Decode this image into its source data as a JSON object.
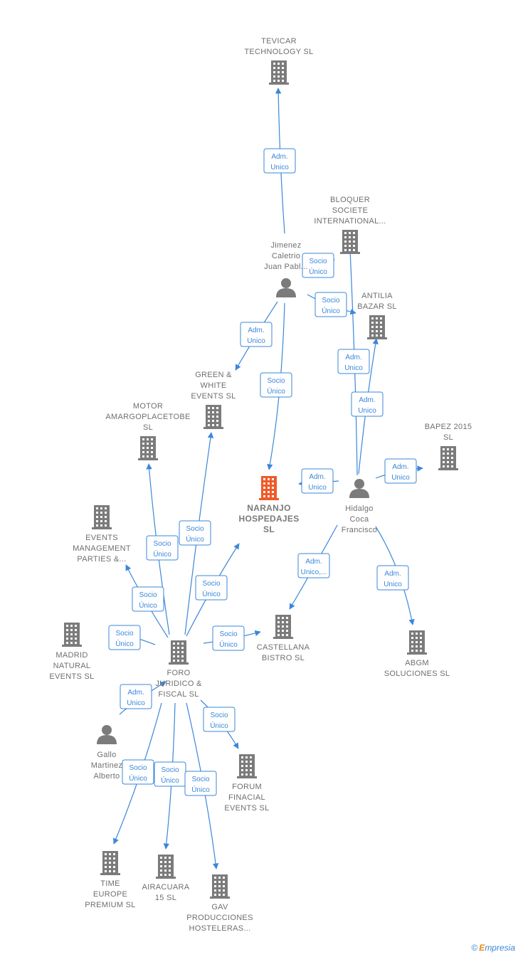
{
  "nodes": [
    {
      "id": "tevicar",
      "type": "company",
      "label": [
        "TEVICAR",
        "TECHNOLOGY SL"
      ]
    },
    {
      "id": "bloquer",
      "type": "company",
      "label": [
        "BLOQUER",
        "SOCIETE",
        "INTERNATIONAL..."
      ]
    },
    {
      "id": "jimenez",
      "type": "person",
      "label": [
        "Jimenez",
        "Caletrio",
        "Juan Pabl..."
      ]
    },
    {
      "id": "antilia",
      "type": "company",
      "label": [
        "ANTILIA",
        "BAZAR  SL"
      ]
    },
    {
      "id": "green",
      "type": "company",
      "label": [
        "GREEN &",
        "WHITE",
        "EVENTS  SL"
      ]
    },
    {
      "id": "motor",
      "type": "company",
      "label": [
        "MOTOR",
        "AMARGOPLACETOBE",
        "SL"
      ]
    },
    {
      "id": "bapez",
      "type": "company",
      "label": [
        "BAPEZ 2015",
        "SL"
      ]
    },
    {
      "id": "naranjo",
      "type": "company_main",
      "label": [
        "NARANJO",
        "HOSPEDAJES",
        "SL"
      ]
    },
    {
      "id": "hidalgo",
      "type": "person",
      "label": [
        "Hidalgo",
        "Coca",
        "Francisco"
      ]
    },
    {
      "id": "events",
      "type": "company",
      "label": [
        "EVENTS",
        "MANAGEMENT",
        "PARTIES &..."
      ]
    },
    {
      "id": "madrid",
      "type": "company",
      "label": [
        "MADRID",
        "NATURAL",
        "EVENTS  SL"
      ]
    },
    {
      "id": "foro",
      "type": "company",
      "label": [
        "FORO",
        "JURIDICO &",
        "FISCAL SL"
      ]
    },
    {
      "id": "castellana",
      "type": "company",
      "label": [
        "CASTELLANA",
        "BISTRO  SL"
      ]
    },
    {
      "id": "abgm",
      "type": "company",
      "label": [
        "ABGM",
        "SOLUCIONES SL"
      ]
    },
    {
      "id": "gallo",
      "type": "person",
      "label": [
        "Gallo",
        "Martinez",
        "Alberto"
      ]
    },
    {
      "id": "forum",
      "type": "company",
      "label": [
        "FORUM",
        "FINACIAL",
        "EVENTS  SL"
      ]
    },
    {
      "id": "time",
      "type": "company",
      "label": [
        "TIME",
        "EUROPE",
        "PREMIUM SL"
      ]
    },
    {
      "id": "airacuara",
      "type": "company",
      "label": [
        "AIRACUARA",
        "15  SL"
      ]
    },
    {
      "id": "gav",
      "type": "company",
      "label": [
        "GAV",
        "PRODUCCIONES",
        "HOSTELERAS..."
      ]
    }
  ],
  "edges": [
    {
      "from": "jimenez",
      "to": "tevicar",
      "label": [
        "Adm.",
        "Unico"
      ]
    },
    {
      "from": "jimenez",
      "to": "bloquer",
      "label": [
        "Socio",
        "Único"
      ]
    },
    {
      "from": "jimenez",
      "to": "antilia",
      "label": [
        "Socio",
        "Único"
      ]
    },
    {
      "from": "jimenez",
      "to": "green",
      "label": [
        "Adm.",
        "Unico"
      ]
    },
    {
      "from": "jimenez",
      "to": "naranjo",
      "label": [
        "Socio",
        "Único"
      ]
    },
    {
      "from": "hidalgo",
      "to": "bloquer",
      "label": [
        "Adm.",
        "Unico"
      ]
    },
    {
      "from": "hidalgo",
      "to": "antilia",
      "label": [
        "Adm.",
        "Unico"
      ]
    },
    {
      "from": "hidalgo",
      "to": "bapez",
      "label": [
        "Adm.",
        "Unico"
      ]
    },
    {
      "from": "hidalgo",
      "to": "naranjo",
      "label": [
        "Adm.",
        "Unico"
      ]
    },
    {
      "from": "hidalgo",
      "to": "castellana",
      "label": [
        "Adm.",
        "Unico,..."
      ]
    },
    {
      "from": "hidalgo",
      "to": "abgm",
      "label": [
        "Adm.",
        "Unico"
      ]
    },
    {
      "from": "foro",
      "to": "green",
      "label": [
        "Socio",
        "Único"
      ]
    },
    {
      "from": "foro",
      "to": "motor",
      "label": [
        "Socio",
        "Único"
      ]
    },
    {
      "from": "foro",
      "to": "events",
      "label": [
        "Socio",
        "Único"
      ]
    },
    {
      "from": "foro",
      "to": "offscreen",
      "label": [
        "Socio",
        "Único"
      ]
    },
    {
      "from": "foro",
      "to": "madrid",
      "label": [
        "Socio",
        "Único"
      ]
    },
    {
      "from": "foro",
      "to": "castellana",
      "label": [
        "Socio",
        "Único"
      ]
    },
    {
      "from": "gallo",
      "to": "foro",
      "label": [
        "Adm.",
        "Unico"
      ]
    },
    {
      "from": "foro",
      "to": "forum",
      "label": [
        "Socio",
        "Único"
      ]
    },
    {
      "from": "foro",
      "to": "time",
      "label": [
        "Socio",
        "Único"
      ]
    },
    {
      "from": "foro",
      "to": "airacuara",
      "label": [
        "Socio",
        "Único"
      ]
    },
    {
      "from": "foro",
      "to": "gav",
      "label": [
        "Socio",
        "Único"
      ]
    }
  ],
  "colors": {
    "edge": "#3b87d9",
    "icon": "#7b7b7b",
    "icon_main": "#f05a28",
    "text": "#6f6f6f"
  },
  "watermark": {
    "symbol": "©",
    "brand_first": "E",
    "brand_rest": "mpresia"
  }
}
